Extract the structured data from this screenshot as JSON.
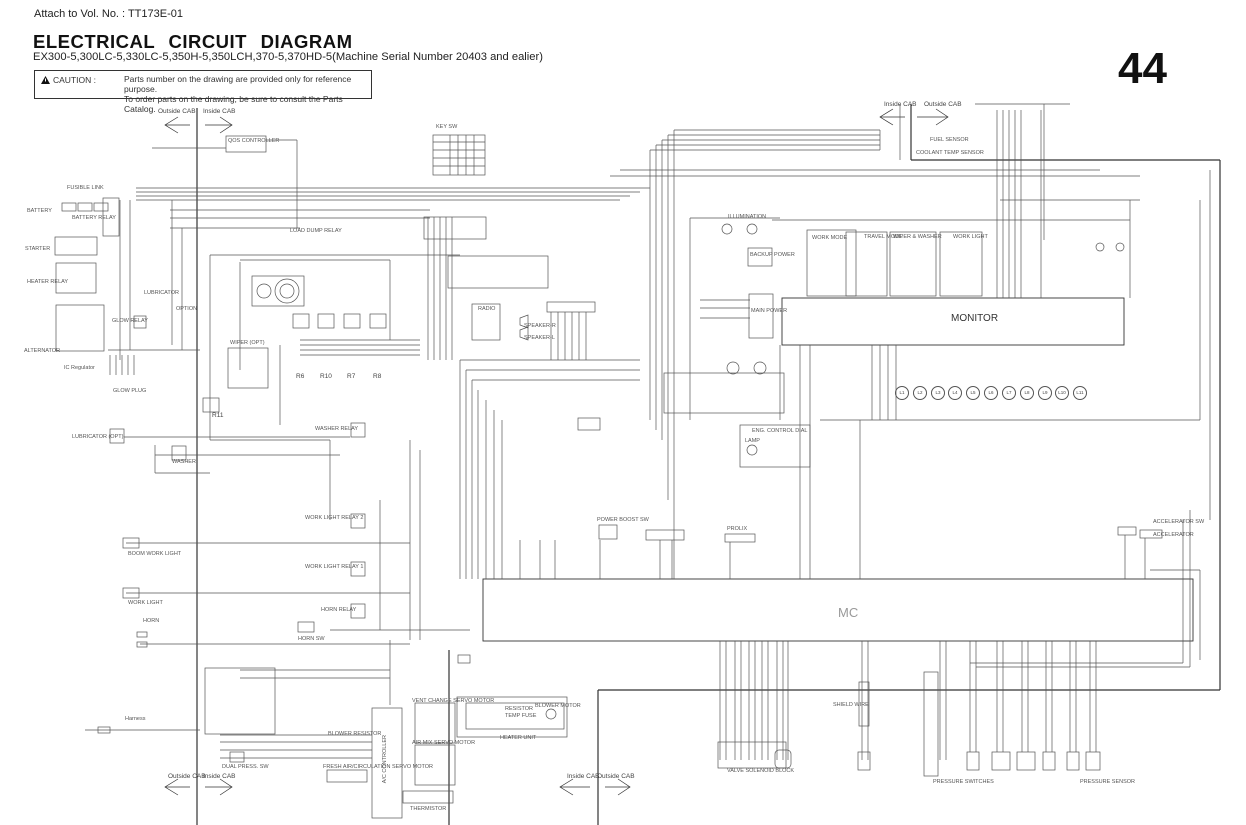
{
  "header": {
    "attach": "Attach to Vol. No. : TT173E-01",
    "title": "ELECTRICAL  CIRCUIT  DIAGRAM",
    "subtitle": "EX300-5,300LC-5,330LC-5,350H-5,350LCH,370-5,370HD-5(Machine Serial Number 20403 and ealier)",
    "caution_label": "CAUTION :",
    "caution_line1": "Parts number on the drawing are provided only for reference purpose.",
    "caution_line2": "To order parts on the drawing, be sure to consult the Parts Catalog.",
    "page_number": "44"
  },
  "zones": {
    "outside_cab": "Outside CAB",
    "inside_cab": "Inside CAB"
  },
  "components": {
    "monitor": "MONITOR",
    "mc": "MC",
    "key_switch": "KEY SW",
    "qos_controller": "QOS CONTROLLER",
    "fusible_link": "FUSIBLE LINK",
    "battery": "BATTERY",
    "battery_relay": "BATTERY RELAY",
    "starter": "STARTER",
    "heater_relay": "HEATER RELAY",
    "alternator": "ALTERNATOR",
    "ic_regulator": "IC Regulator",
    "glow_relay": "GLOW RELAY",
    "glow_plug": "GLOW PLUG",
    "lubricator": "LUBRICATOR",
    "option": "OPTION",
    "load_dump_relay": "LOAD DUMP RELAY",
    "wiper_opt": "WIPER (OPT)",
    "wiper_relays": [
      "R6",
      "R10",
      "R7",
      "R8"
    ],
    "wiper_relay_r11": "R11",
    "washer_relay": "WASHER RELAY",
    "washer": "WASHER",
    "lubricator_opt": "LUBRICATOR (OPT)",
    "work_light_relay_2": "WORK LIGHT RELAY 2",
    "work_light_relay_1": "WORK LIGHT RELAY 1",
    "horn_relay": "HORN RELAY",
    "horn_sw": "HORN SW",
    "horn": "HORN",
    "boom_work_light": "BOOM WORK LIGHT",
    "work_light": "WORK LIGHT",
    "harness": "Harness",
    "radio": "RADIO",
    "speaker_r": "SPEAKER-R",
    "speaker_l": "SPEAKER-L",
    "illumination": "ILLUMINATION",
    "backup_power": "BACKUP POWER",
    "main_power": "MAIN POWER",
    "work_mode": "WORK MODE",
    "travel_mode": "TRAVEL MODE",
    "wiper_washer": "WIPER & WASHER",
    "work_light_panel": "WORK LIGHT",
    "fuel_sensor": "FUEL SENSOR",
    "coolant_temp_sensor": "COOLANT TEMP SENSOR",
    "eng_control_dial": "ENG. CONTROL DIAL",
    "lamp": "LAMP",
    "power_boost_sw": "POWER BOOST SW",
    "monitor_indicators": [
      "L1",
      "L2",
      "L3",
      "L4",
      "L5",
      "L6",
      "L7",
      "L8",
      "L9",
      "L10",
      "L11"
    ],
    "prolix": "PROLIX",
    "accelerator_sw": "ACCELERATOR SW",
    "accelerator": "ACCELERATOR",
    "heater_unit": "HEATER UNIT",
    "blower_motor": "BLOWER MOTOR",
    "resistor": "RESISTOR",
    "temp_fuse": "TEMP FUSE",
    "ac_controller": "A/C CONTROLLER",
    "vent_change_servo": "VENT CHANGE SERVO MOTOR",
    "air_mix_servo": "AIR MIX SERVO MOTOR",
    "fresh_air_servo": "FRESH AIR/CIRCULATION SERVO MOTOR",
    "thermistor": "THERMISTOR",
    "dual_press_sw": "DUAL PRESS. SW",
    "blower_resistor": "BLOWER RESISTOR",
    "valve_solenoid_block": "VALVE SOLENOID BLOCK",
    "pressure_switches": "PRESSURE SWITCHES",
    "pressure_sensor": "PRESSURE SENSOR",
    "shield_wire": "SHIELD WIRE"
  }
}
